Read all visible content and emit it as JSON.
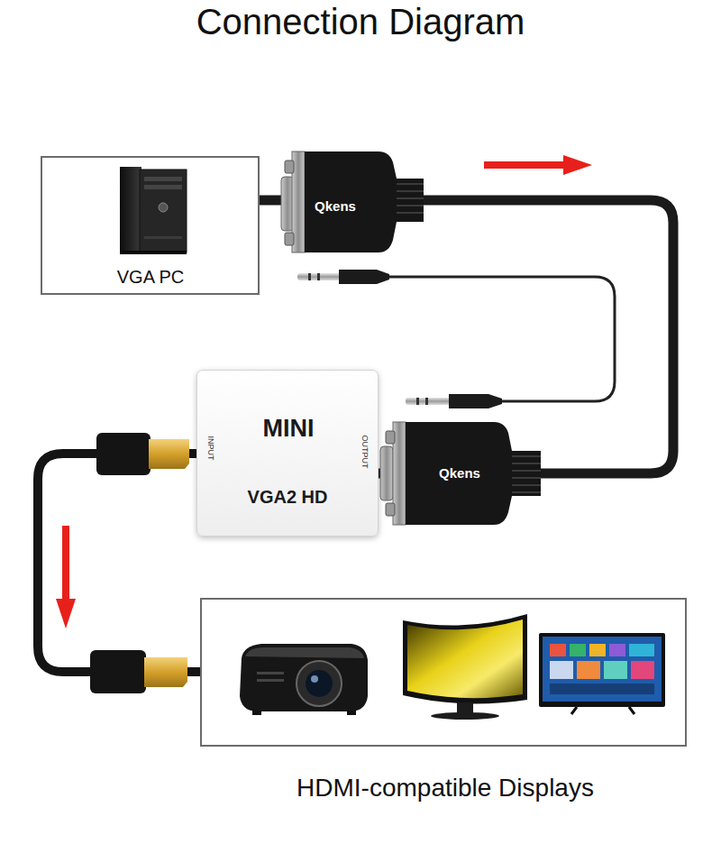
{
  "diagram": {
    "title": "Connection Diagram",
    "nodes": [
      {
        "text": [
          "VGA PC"
        ]
      },
      {
        "text": [
          "MINI",
          "VGA2 HD",
          "INPUT",
          "OUTPUT"
        ]
      },
      {
        "text": [
          "HDMI-compatible Displays"
        ]
      }
    ],
    "edges": [
      {
        "from": 0,
        "to": 1,
        "arrow": "none"
      },
      {
        "from": 1,
        "to": 2,
        "arrow": "none"
      }
    ],
    "labels": [
      "Qkens",
      "Qkens"
    ]
  }
}
